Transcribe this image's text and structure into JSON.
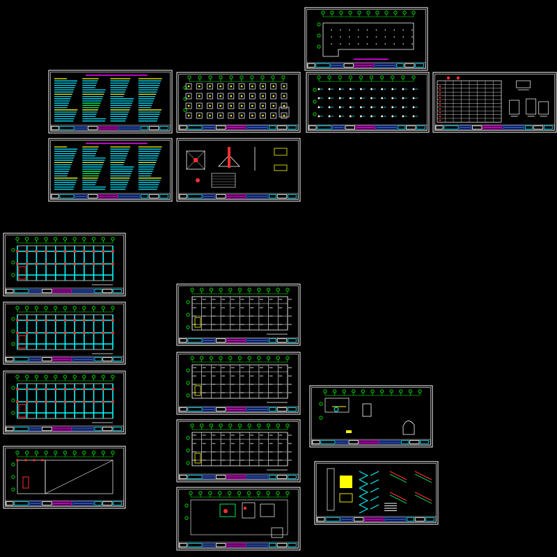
{
  "palette": {
    "background": "#000000",
    "frame": "#ffffff",
    "grid_bubble": "#00ff00",
    "column": "#ff3030",
    "beam": "#00ffff",
    "title_block_magenta": "#ff00ff",
    "title_block_blue": "#3a6bff",
    "text_cyan": "#00e5ff",
    "text_yellow": "#ffff00",
    "table_green": "#00ff66"
  },
  "drawing_set": {
    "sheets": [
      {
        "kind": "foundation-outline"
      },
      {
        "kind": "design-notes"
      },
      {
        "kind": "foundation-plan"
      },
      {
        "kind": "column-grid"
      },
      {
        "kind": "schedule-table"
      },
      {
        "kind": "design-notes"
      },
      {
        "kind": "foundation-details"
      },
      {
        "kind": "floor-framing"
      },
      {
        "kind": "floor-framing"
      },
      {
        "kind": "floor-framing"
      },
      {
        "kind": "partial-plan"
      },
      {
        "kind": "beam-plan"
      },
      {
        "kind": "beam-plan"
      },
      {
        "kind": "beam-plan"
      },
      {
        "kind": "beam-plan-details"
      },
      {
        "kind": "stair-details"
      },
      {
        "kind": "stair-sections"
      }
    ]
  }
}
